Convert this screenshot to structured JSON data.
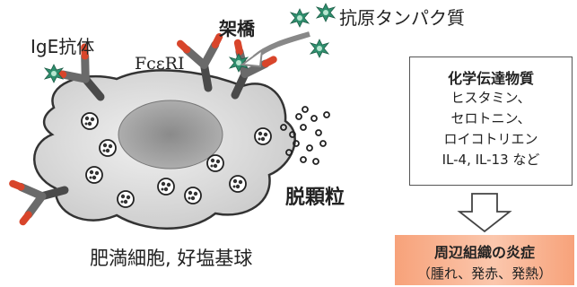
{
  "labels": {
    "ige": "IgE抗体",
    "bridge": "架橋",
    "antigen": "抗原タンパク質",
    "receptor": "FcεRI",
    "degranulation": "脱顆粒",
    "cell": "肥満細胞, 好塩基球"
  },
  "mediators": {
    "title": "化学伝達物質",
    "items": [
      "ヒスタミン、",
      "セロトニン、",
      "ロイコトリエン",
      "IL-4, IL-13 など"
    ]
  },
  "inflammation": {
    "title": "周辺組織の炎症",
    "subtitle": "（腫れ、発赤、発熱）"
  },
  "colors": {
    "cell_fill": "#d6d6d6",
    "nucleus_fill": "#9e9e9e",
    "antibody": "#555555",
    "antibody_tip": "#d8452b",
    "antigen": "#2f8f6e",
    "inflammation_box": "#f7a27a"
  }
}
